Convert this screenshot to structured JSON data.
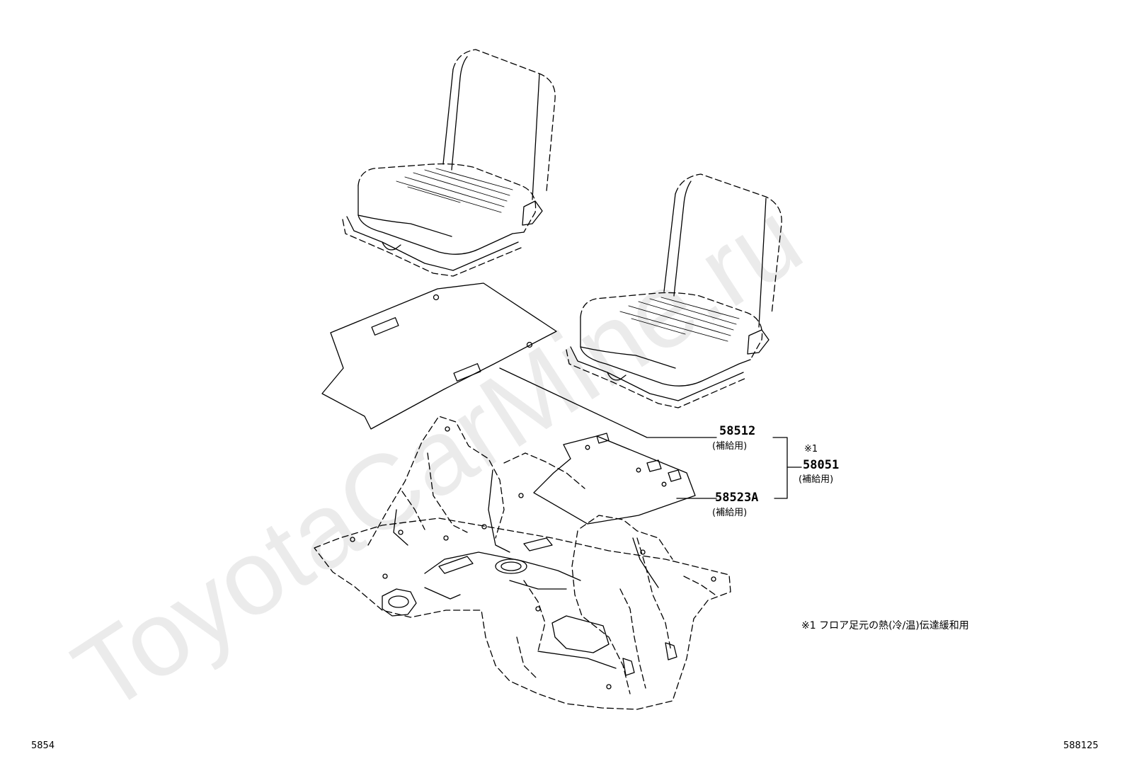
{
  "watermark": "ToyotaCarMine.ru",
  "callouts": [
    {
      "part_no": "58512",
      "note": "(補給用)"
    },
    {
      "part_no": "58523A",
      "note": "(補給用)"
    }
  ],
  "assembly": {
    "ref": "※1",
    "part_no": "58051",
    "note": "(補給用)"
  },
  "footnote": "※1  フロア足元の熱(冷/温)伝達緩和用",
  "corner_left": "5854",
  "corner_right": "588125"
}
